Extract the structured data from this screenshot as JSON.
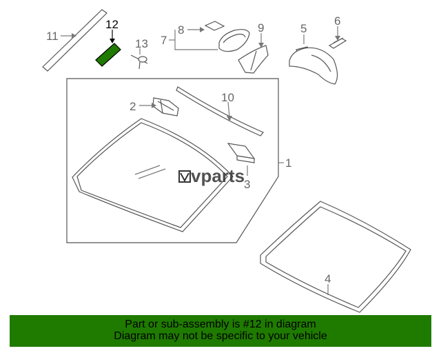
{
  "diagram": {
    "highlight_color": "#1f7a00",
    "labels": [
      {
        "id": "1",
        "text": "1"
      },
      {
        "id": "2",
        "text": "2"
      },
      {
        "id": "3",
        "text": "3"
      },
      {
        "id": "4",
        "text": "4"
      },
      {
        "id": "5",
        "text": "5"
      },
      {
        "id": "6",
        "text": "6"
      },
      {
        "id": "7",
        "text": "7"
      },
      {
        "id": "8",
        "text": "8"
      },
      {
        "id": "9",
        "text": "9"
      },
      {
        "id": "10",
        "text": "10"
      },
      {
        "id": "11",
        "text": "11"
      },
      {
        "id": "12",
        "text": "12"
      },
      {
        "id": "13",
        "text": "13"
      }
    ],
    "watermark": "vparts"
  },
  "banner": {
    "line1": "Part or sub-assembly is #12 in diagram",
    "line2": "Diagram may not be specific to your vehicle",
    "background": "#1f7a00"
  }
}
